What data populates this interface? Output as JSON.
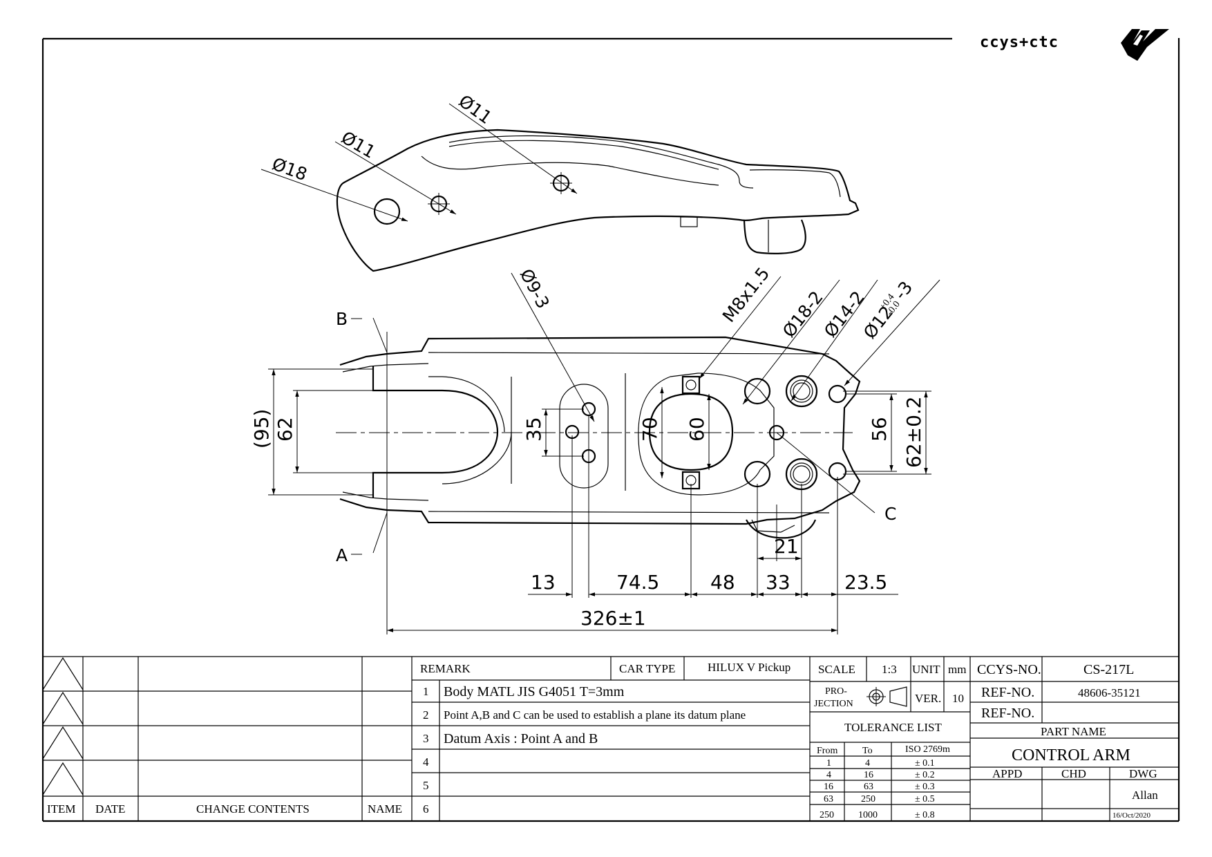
{
  "brand": {
    "logo_text": "ccys+ctc"
  },
  "side_view": {
    "callouts": [
      "Ø18",
      "Ø11",
      "Ø11"
    ]
  },
  "plan_view": {
    "hole_callouts": [
      "Ø9-3",
      "M8x1.5",
      "Ø18-2",
      "Ø14-2",
      "Ø12",
      "+0.4",
      "-0.0",
      "-3"
    ],
    "datum_points": [
      "A",
      "B",
      "C"
    ],
    "vertical_dims": [
      "(95)",
      "62",
      "35",
      "70",
      "60",
      "56",
      "62±0.2"
    ],
    "horizontal_dims": [
      "13",
      "74.5",
      "48",
      "33",
      "23.5",
      "21"
    ],
    "overall_length": "326±1"
  },
  "title_block": {
    "revision_headers": {
      "item": "ITEM",
      "date": "DATE",
      "change": "CHANGE CONTENTS",
      "name": "NAME"
    },
    "remark_header": "REMARK",
    "car_type_label": "CAR TYPE",
    "car_type_value": "HILUX V Pickup",
    "remarks": [
      {
        "no": "1",
        "text": "Body MATL JIS G4051 T=3mm"
      },
      {
        "no": "2",
        "text": "Point A,B and C can be used to establish a plane its datum plane"
      },
      {
        "no": "3",
        "text": "Datum Axis : Point A and B"
      },
      {
        "no": "4",
        "text": ""
      },
      {
        "no": "5",
        "text": ""
      },
      {
        "no": "6",
        "text": ""
      }
    ],
    "scale_label": "SCALE",
    "scale_value": "1:3",
    "unit_label": "UNIT",
    "unit_value": "mm",
    "projection_label_1": "PRO-",
    "projection_label_2": "JECTION",
    "ver_label": "VER.",
    "ver_value": "10",
    "tolerance_title": "TOLERANCE LIST",
    "tolerance_headers": [
      "From",
      "To",
      "ISO 2769m"
    ],
    "tolerance_rows": [
      [
        "1",
        "4",
        "± 0.1"
      ],
      [
        "4",
        "16",
        "± 0.2"
      ],
      [
        "16",
        "63",
        "± 0.3"
      ],
      [
        "63",
        "250",
        "± 0.5"
      ],
      [
        "250",
        "1000",
        "± 0.8"
      ]
    ],
    "ccys_no_label": "CCYS-NO.",
    "ccys_no_value": "CS-217L",
    "ref_no_label": "REF-NO.",
    "ref_no_value": "48606-35121",
    "ref_no2_label": "REF-NO.",
    "ref_no2_value": "",
    "part_name_label": "PART NAME",
    "part_name_value": "CONTROL ARM",
    "appd_label": "APPD",
    "chd_label": "CHD",
    "dwg_label": "DWG",
    "dwg_name": "Allan",
    "dwg_date": "16/Oct/2020"
  }
}
